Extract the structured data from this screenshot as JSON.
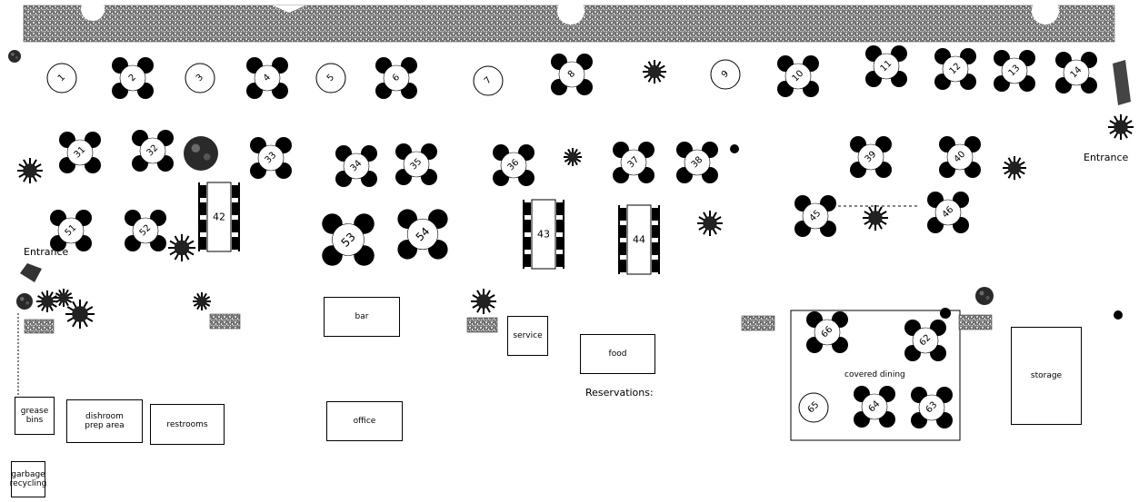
{
  "patio_tables": [
    "1",
    "2",
    "3",
    "4",
    "5",
    "6",
    "7",
    "8",
    "9",
    "10",
    "11",
    "12",
    "13",
    "14"
  ],
  "dining_tables": [
    "31",
    "32",
    "33",
    "34",
    "35",
    "36",
    "37",
    "38",
    "39",
    "40",
    "45",
    "46",
    "51",
    "52",
    "53",
    "54"
  ],
  "long_tables": [
    "42",
    "43",
    "44"
  ],
  "covered_tables": [
    "66",
    "62",
    "65",
    "64",
    "63"
  ],
  "rooms": {
    "bar": "bar",
    "service": "service",
    "food": "food",
    "office": "office",
    "restrooms": "restrooms",
    "dishroom": "dishroom\nprep area",
    "grease": "grease\nbins",
    "garbage": "garbage\nrecycling",
    "storage": "storage",
    "covered_dining": "covered dining"
  },
  "labels": {
    "entrance_right": "Entrance",
    "entrance_left": "Entrance",
    "reservations": "Reservations:"
  },
  "colors": {
    "table_fill": "#ffffff",
    "chair_fill": "#000000",
    "wall_fill": "#8c8c8c"
  }
}
